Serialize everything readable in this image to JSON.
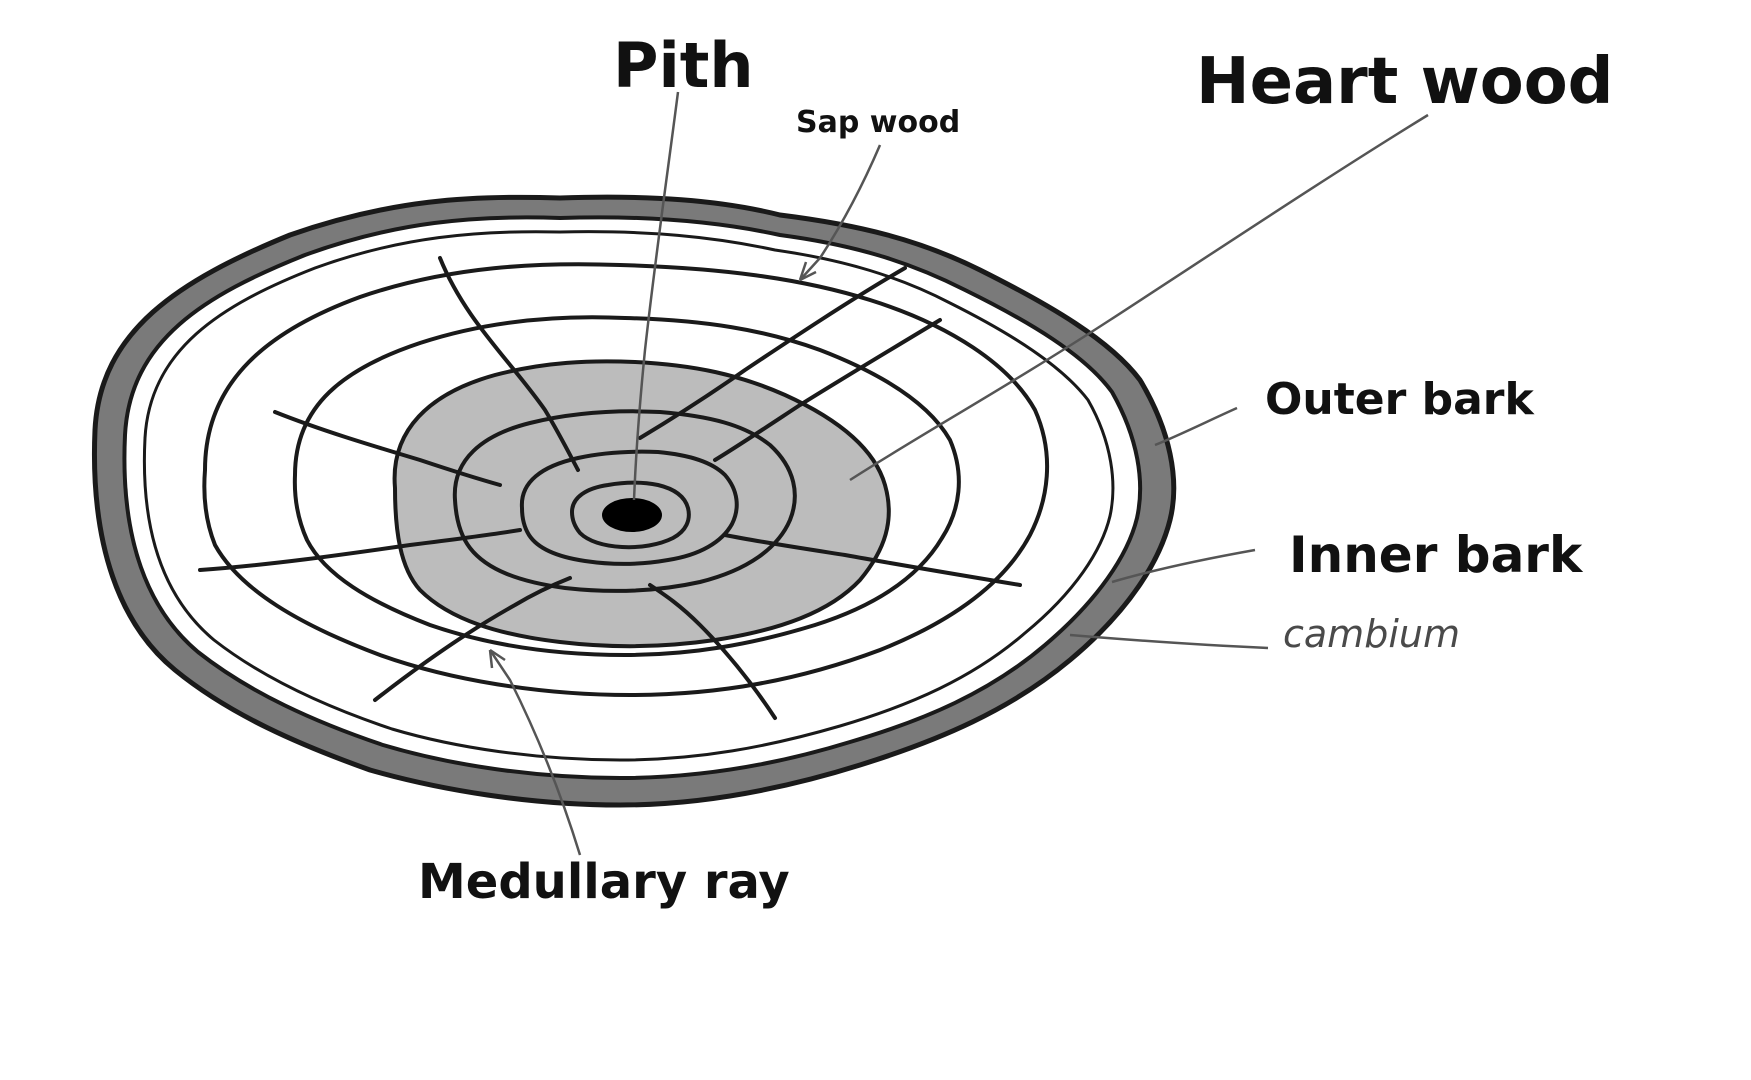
{
  "labels": {
    "pith": "Pith",
    "sap_wood": "Sap wood",
    "heart_wood": "Heart wood",
    "outer_bark": "Outer bark",
    "inner_bark": "Inner bark",
    "cambium": "cambium",
    "medullary_ray": "Medullary ray"
  },
  "colors": {
    "line": "#1a1a1a",
    "outer_bark_fill": "#7a7a7a",
    "heartwood_fill": "#bcbcbc",
    "sapwood_fill": "#ffffff",
    "pith_fill": "#000000",
    "leader_line": "#555555"
  }
}
